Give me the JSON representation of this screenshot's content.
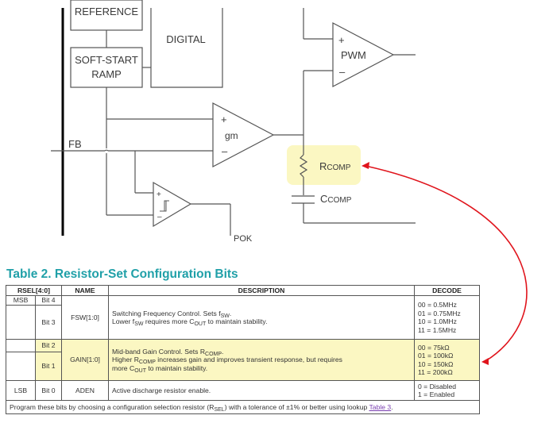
{
  "schematic": {
    "blocks": {
      "reference": "REFERENCE",
      "soft_start_line1": "SOFT-START",
      "soft_start_line2": "RAMP",
      "digital": "DIGITAL"
    },
    "amplifiers": {
      "pwm": {
        "label": "PWM",
        "plus": "+",
        "minus": "–"
      },
      "gm": {
        "label": "gm",
        "plus": "+",
        "minus": "–"
      },
      "comparator": {
        "plus": "+",
        "minus": "–"
      }
    },
    "pins": {
      "fb": "FB",
      "pok": "POK"
    },
    "components": {
      "rcomp": {
        "main": "R",
        "sub": "COMP"
      },
      "ccomp": {
        "main": "C",
        "sub": "COMP"
      }
    },
    "highlight_color": "#fbf7c2",
    "arrow_color": "#e0141c"
  },
  "table": {
    "title": "Table 2. Resistor-Set Configuration Bits",
    "headers": [
      "RSEL[4:0]",
      "NAME",
      "DESCRIPTION",
      "DECODE"
    ],
    "rows": {
      "fsw": {
        "msb": "MSB",
        "bit_a": "Bit 4",
        "bit_b": "Bit 3",
        "name": "FSW[1:0]",
        "desc_line1_pre": "Switching Frequency Control. Sets f",
        "desc_line1_sub": "SW",
        "desc_line1_post": ".",
        "desc_line2_a": "Lower f",
        "desc_line2_sub1": "SW",
        "desc_line2_b": " requires more C",
        "desc_line2_sub2": "OUT",
        "desc_line2_c": " to maintain stability.",
        "decode": [
          "00 = 0.5MHz",
          "01 = 0.75MHz",
          "10 = 1.0MHz",
          "11 = 1.5MHz"
        ]
      },
      "gain": {
        "bit_a": "Bit 2",
        "bit_b": "Bit 1",
        "name": "GAIN[1:0]",
        "desc_line1_pre": "Mid-band Gain Control. Sets R",
        "desc_line1_sub": "COMP",
        "desc_line1_post": ".",
        "desc_line2_a": "Higher R",
        "desc_line2_sub1": "COMP",
        "desc_line2_b": " increases gain and improves transient response, but requires",
        "desc_line3_a": "more C",
        "desc_line3_sub": "OUT",
        "desc_line3_b": " to maintain stability.",
        "decode": [
          "00 = 75kΩ",
          "01 = 100kΩ",
          "10 = 150kΩ",
          "11 = 200kΩ"
        ]
      },
      "aden": {
        "lsb": "LSB",
        "bit": "Bit 0",
        "name": "ADEN",
        "desc": "Active discharge resistor enable.",
        "decode": [
          "0 = Disabled",
          "1 = Enabled"
        ]
      }
    },
    "footer": {
      "pre": "Program these bits by choosing a configuration selection resistor (R",
      "sub": "SEL",
      "post": ") with a tolerance of ±1% or better using lookup ",
      "link": "Table 3",
      "end": "."
    }
  }
}
